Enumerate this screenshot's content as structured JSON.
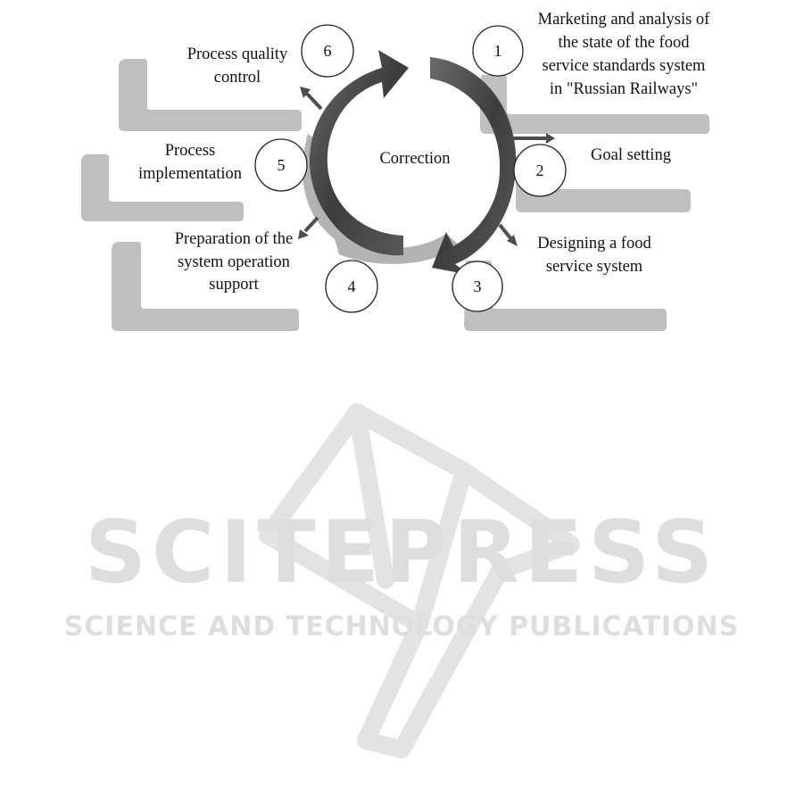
{
  "center_label": "Correction",
  "steps": [
    {
      "number": "1",
      "lines": [
        "Marketing and analysis of",
        "the state of the food",
        "service standards system",
        "in \"Russian Railways\""
      ]
    },
    {
      "number": "2",
      "lines": [
        "Goal setting"
      ]
    },
    {
      "number": "3",
      "lines": [
        "Designing a food",
        "service system"
      ]
    },
    {
      "number": "4",
      "lines": [
        "Preparation of the",
        "system operation",
        "support"
      ]
    },
    {
      "number": "5",
      "lines": [
        "Process",
        "implementation"
      ]
    },
    {
      "number": "6",
      "lines": [
        "Process quality",
        "control"
      ]
    }
  ],
  "watermark": {
    "title": "SCITEPRESS",
    "subtitle": "SCIENCE AND TECHNOLOGY PUBLICATIONS"
  },
  "colors": {
    "bracket_gray": "#bfbfbf",
    "arrow_dark": "#4d4d4d",
    "shadow_gray": "#b3b3b3",
    "watermark_gray": "#dedede",
    "text": "#111111"
  }
}
